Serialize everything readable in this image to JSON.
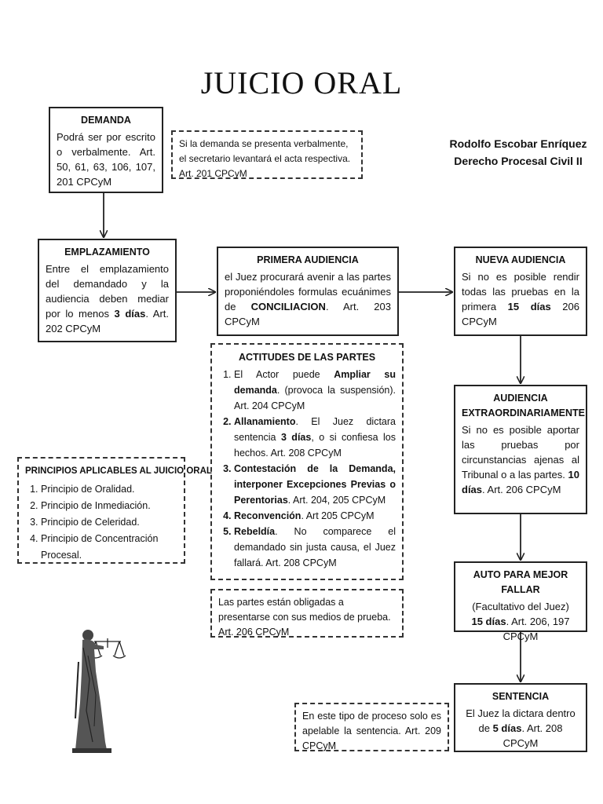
{
  "title": "JUICIO ORAL",
  "author": {
    "name": "Rodolfo Escobar Enríquez",
    "course": "Derecho Procesal Civil II"
  },
  "demanda": {
    "heading": "DEMANDA",
    "text": "Podrá ser por escrito o verbalmente. Art. 50, 61, 63, 106, 107, 201 CPCyM"
  },
  "demanda_note": "Si la demanda se presenta verbalmente, el secretario levantará el acta respectiva. Art. 201 CPCyM",
  "emplazamiento": {
    "heading": "EMPLAZAMIENTO",
    "text_a": "Entre el emplazamiento del demandado y la audiencia deben mediar por lo menos ",
    "text_b": "3 días",
    "text_c": ". Art. 202 CPCyM"
  },
  "primera_audiencia": {
    "heading": "PRIMERA AUDIENCIA",
    "text_a": "el Juez procurará avenir a las partes proponiéndoles formulas ecuánimes de ",
    "text_b": "CONCILIACION",
    "text_c": ". Art. 203 CPCyM"
  },
  "nueva_audiencia": {
    "heading": "NUEVA AUDIENCIA",
    "text_a": "Si no es posible rendir todas las pruebas en la primera ",
    "text_b": "15 días",
    "text_c": " 206 CPCyM"
  },
  "actitudes": {
    "heading": "ACTITUDES DE LAS PARTES",
    "items": [
      {
        "a": "El Actor puede ",
        "b": "Ampliar su demanda",
        "c": ". (provoca la suspensión). Art. 204 CPCyM"
      },
      {
        "a": "",
        "b": "Allanamiento",
        "c": ". El Juez dictara sentencia ",
        "d": "3 días",
        "e": ", o si confiesa los hechos. Art. 208 CPCyM"
      },
      {
        "a": "",
        "b": "Contestación de la Demanda, interponer Excepciones Previas o Perentorias",
        "c": ". Art. 204, 205 CPCyM"
      },
      {
        "a": "",
        "b": "Reconvención",
        "c": ". Art 205 CPCyM"
      },
      {
        "a": "",
        "b": "Rebeldía",
        "c": ". No comparece el demandado sin justa causa, el Juez fallará. Art. 208 CPCyM"
      }
    ]
  },
  "pruebas_note": "Las partes están obligadas a presentarse con sus medios de prueba. Art. 206 CPCyM",
  "principios": {
    "heading": "PRINCIPIOS APLICABLES AL JUICIO ORAL",
    "items": [
      "Principio de Oralidad.",
      "Principio de Inmediación.",
      "Principio de Celeridad.",
      "Principio de Concentración Procesal."
    ]
  },
  "audiencia_extra": {
    "heading_1": "AUDIENCIA",
    "heading_2": "EXTRAORDINARIAMENTE",
    "text_a": "Si no es posible aportar las pruebas por circunstancias ajenas al Tribunal o a las partes. ",
    "text_b": "10 días",
    "text_c": ". Art. 206 CPCyM"
  },
  "auto_mejor_fallar": {
    "heading": "AUTO PARA MEJOR FALLAR",
    "text_a": "(Facultativo del Juez)",
    "text_b": "15 días",
    "text_c": ". Art. 206, 197 CPCyM"
  },
  "sentencia": {
    "heading": "SENTENCIA",
    "text_a": "El Juez la dictara dentro de ",
    "text_b": "5 días",
    "text_c": ". Art. 208 CPCyM"
  },
  "apelable_note": "En este tipo de proceso solo es apelable la sentencia. Art. 209 CPCyM"
}
